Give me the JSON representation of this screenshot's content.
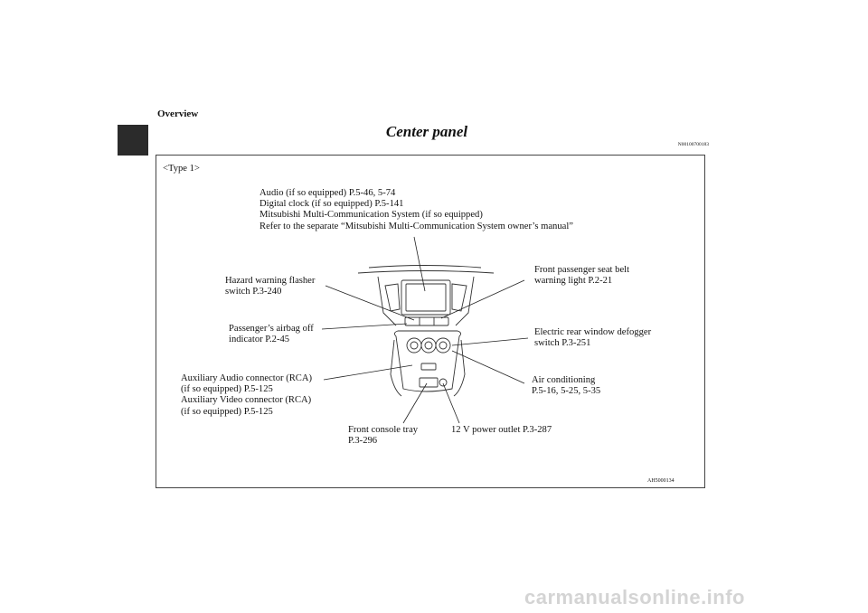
{
  "header": {
    "section": "Overview",
    "title": "Center panel",
    "code": "N00100700183"
  },
  "figure": {
    "type_label": "<Type 1>",
    "figure_code": "AH5000134",
    "labels": {
      "audio": [
        "Audio (if so equipped) P.5-46, 5-74",
        "Digital clock (if so equipped) P.5-141",
        "Mitsubishi Multi-Communication System (if so equipped)",
        "Refer to the separate “Mitsubishi Multi-Communication System owner’s manual”"
      ],
      "hazard": [
        "Hazard warning flasher",
        "switch P.3-240"
      ],
      "airbag": [
        "Passenger’s airbag off",
        "indicator P.2-45"
      ],
      "aux": [
        "Auxiliary Audio connector (RCA)",
        "(if so equipped) P.5-125",
        "Auxiliary Video connector (RCA)",
        "(if so equipped) P.5-125"
      ],
      "seatbelt": [
        "Front passenger seat belt",
        "warning light P.2-21"
      ],
      "defogger": [
        "Electric rear window defogger",
        "switch P.3-251"
      ],
      "aircon": [
        "Air conditioning",
        "P.5-16, 5-25, 5-35"
      ],
      "tray": [
        "Front console tray",
        "P.3-296"
      ],
      "outlet": [
        "12 V power outlet P.3-287"
      ]
    }
  },
  "footer": {
    "watermark": "carmanualsonline.info"
  }
}
